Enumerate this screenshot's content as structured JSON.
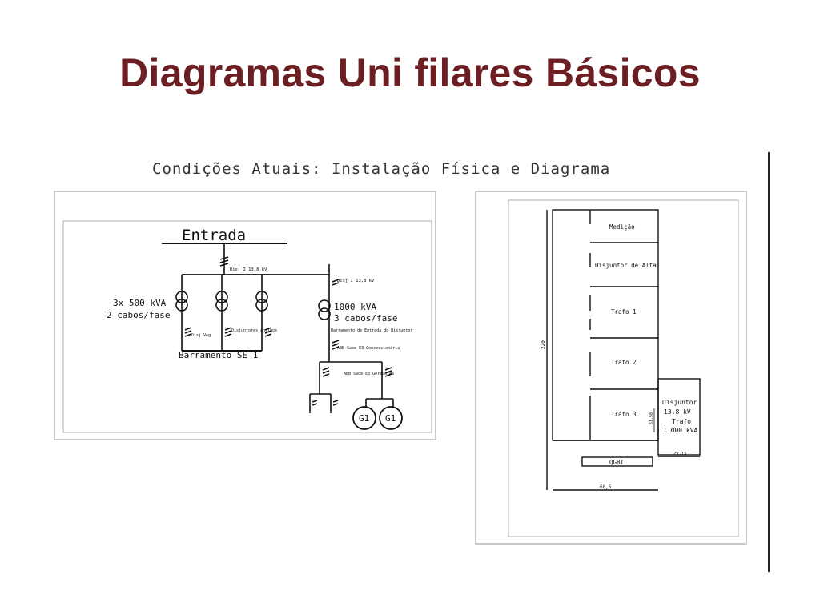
{
  "slide": {
    "title": "Diagramas Uni filares Básicos",
    "caption": "Condições Atuais: Instalação Física e Diagrama"
  },
  "single_line": {
    "entrada": "Entrada",
    "breaker_main": "Disj I 13,8 kV",
    "breaker_right": "Disj I 13,8 kV",
    "trafos_left_power": "3x 500 kVA",
    "trafos_left_cables": "2 cabos/fase",
    "trafo_right_power": "1000 kVA",
    "trafo_right_cables": "3 cabos/fase",
    "breaker_veg": "Disj Veg",
    "breaker_antigos": "Disjuntores Antigos",
    "barramento_entrada": "Barramento de Entrada do Disjuntor",
    "breaker_concessionaria": "ABB Sace E3 Concessionária",
    "breaker_geradores": "ABB Sace E3 Geradores",
    "barramento_se1": "Barramento SE 1",
    "generators": [
      "G1",
      "G1"
    ]
  },
  "floor_plan": {
    "rooms": [
      "Medição",
      "Disjuntor de Alta",
      "Trafo 1",
      "Trafo 2",
      "Trafo 3"
    ],
    "side_box": [
      "Disjuntor",
      "13.8 kV",
      "Trafo",
      "1.000 kVA"
    ],
    "qgbt": "QGBT",
    "dim_height": "220",
    "dim_width": "60,5",
    "dim_side_height": "61,50",
    "dim_side_width": "29,15"
  },
  "colors": {
    "title": "#6b1f22",
    "caption": "#333333",
    "line": "#111111",
    "panel_border": "#c9c9c9"
  }
}
